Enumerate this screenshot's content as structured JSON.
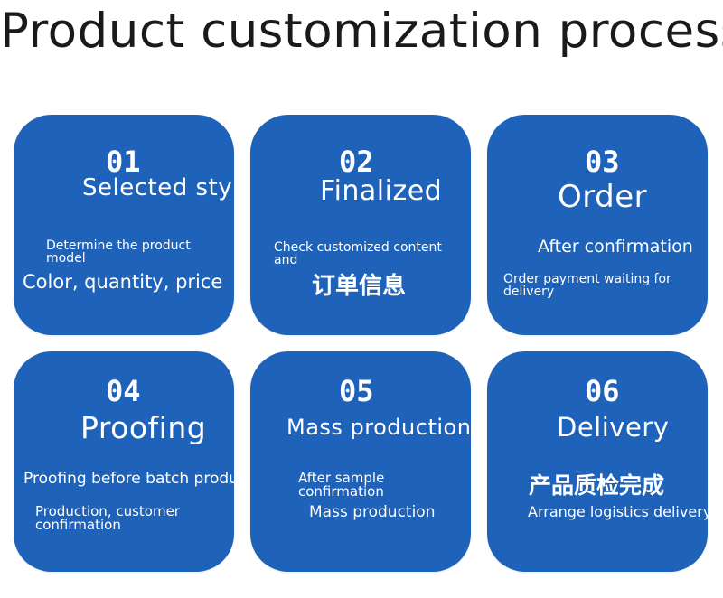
{
  "title": "Product customization process",
  "steps": [
    {
      "number": "01",
      "heading": "Selected style",
      "line1": "Determine the product model",
      "line2": "Color, quantity, price"
    },
    {
      "number": "02",
      "heading": "Finalized",
      "line1": "Check customized content and",
      "line2": "订单信息"
    },
    {
      "number": "03",
      "heading": "Order",
      "line1": "After confirmation",
      "line2": "Order payment waiting for delivery"
    },
    {
      "number": "04",
      "heading": "Proofing",
      "line1": "Proofing before batch production",
      "line2": "Production, customer confirmation"
    },
    {
      "number": "05",
      "heading": "Mass production",
      "line1": "After sample confirmation",
      "line2": "Mass production"
    },
    {
      "number": "06",
      "heading": "Delivery",
      "line1": "产品质检完成",
      "line2": "Arrange logistics delivery"
    }
  ]
}
